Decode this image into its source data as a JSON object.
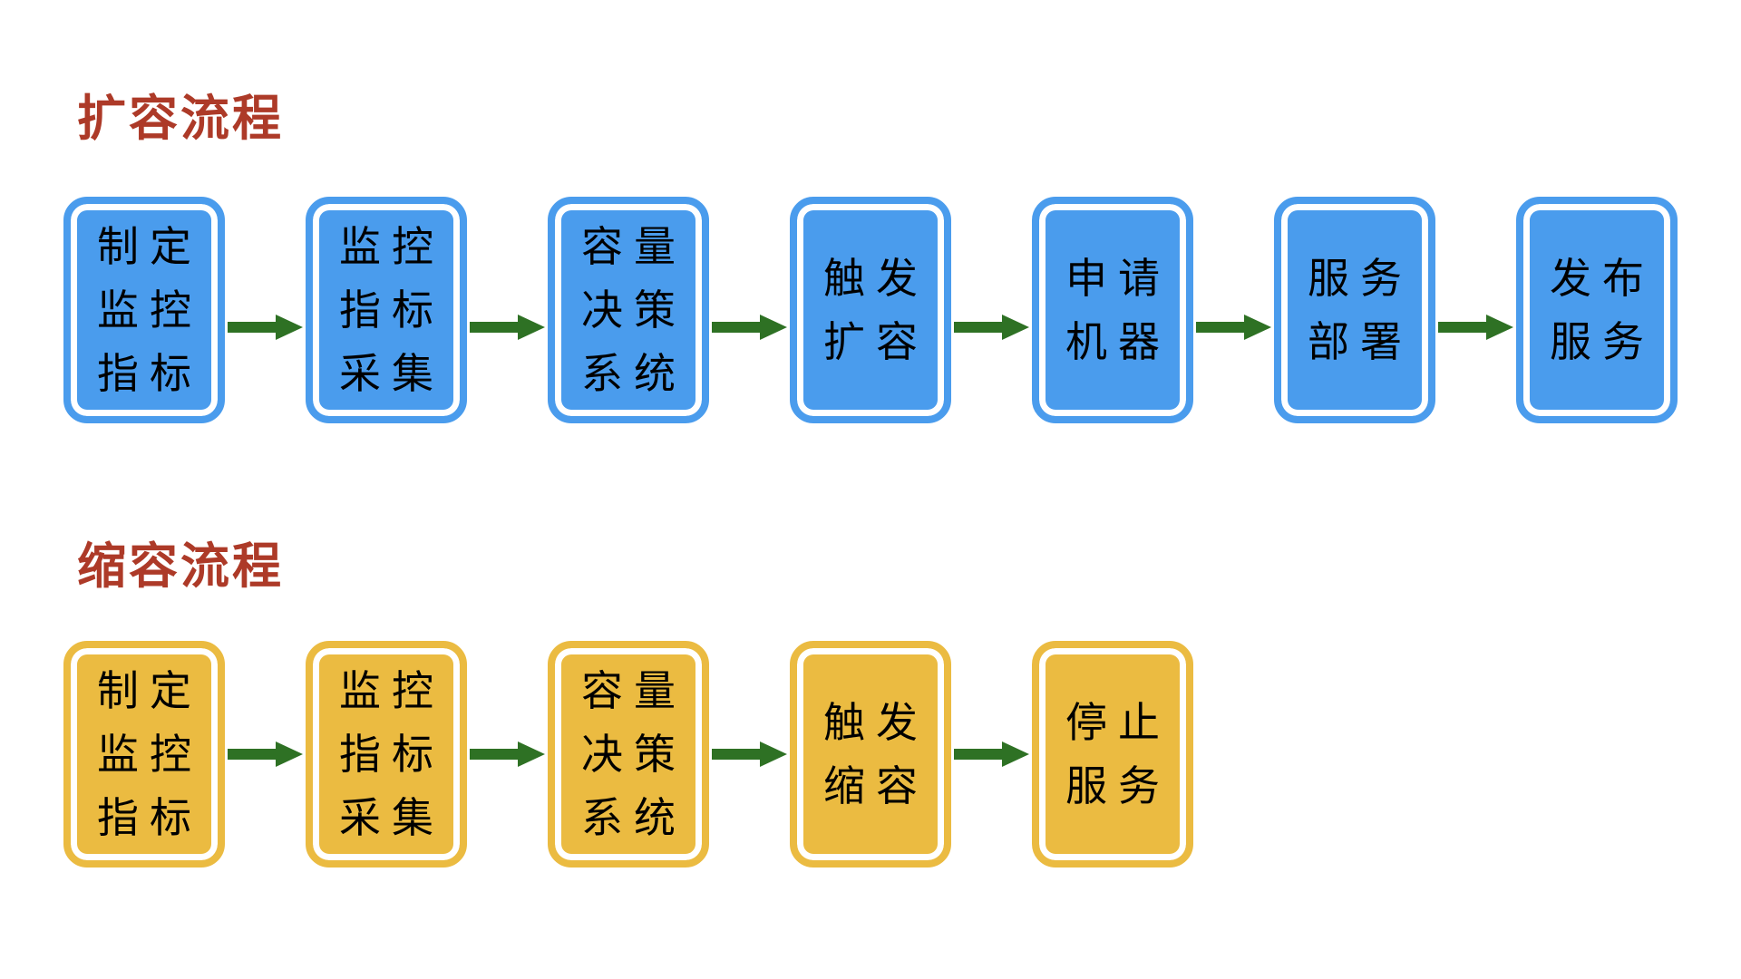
{
  "colors": {
    "canvas_bg": "#ffffff",
    "blue_fill": "#4a9ced",
    "yellow_fill": "#ebbb41",
    "arrow_green": "#2e7124",
    "title_red": "#ad3a28",
    "node_text": "#000000",
    "inner_ring": "#ffffff"
  },
  "sections": [
    {
      "title": "扩容流程",
      "theme": "blue",
      "nodes": [
        {
          "label": "制定监控指标",
          "lines": [
            "制定",
            "监控",
            "指标"
          ]
        },
        {
          "label": "监控指标采集",
          "lines": [
            "监控",
            "指标",
            "采集"
          ]
        },
        {
          "label": "容量决策系统",
          "lines": [
            "容量",
            "决策",
            "系统"
          ]
        },
        {
          "label": "触发扩容",
          "lines": [
            "触发",
            "扩容"
          ]
        },
        {
          "label": "申请机器",
          "lines": [
            "申请",
            "机器"
          ]
        },
        {
          "label": "服务部署",
          "lines": [
            "服务",
            "部署"
          ]
        },
        {
          "label": "发布服务",
          "lines": [
            "发布",
            "服务"
          ]
        }
      ]
    },
    {
      "title": "缩容流程",
      "theme": "yellow",
      "nodes": [
        {
          "label": "制定监控指标",
          "lines": [
            "制定",
            "监控",
            "指标"
          ]
        },
        {
          "label": "监控指标采集",
          "lines": [
            "监控",
            "指标",
            "采集"
          ]
        },
        {
          "label": "容量决策系统",
          "lines": [
            "容量",
            "决策",
            "系统"
          ]
        },
        {
          "label": "触发缩容",
          "lines": [
            "触发",
            "缩容"
          ]
        },
        {
          "label": "停止服务",
          "lines": [
            "停止",
            "服务"
          ]
        }
      ]
    }
  ]
}
